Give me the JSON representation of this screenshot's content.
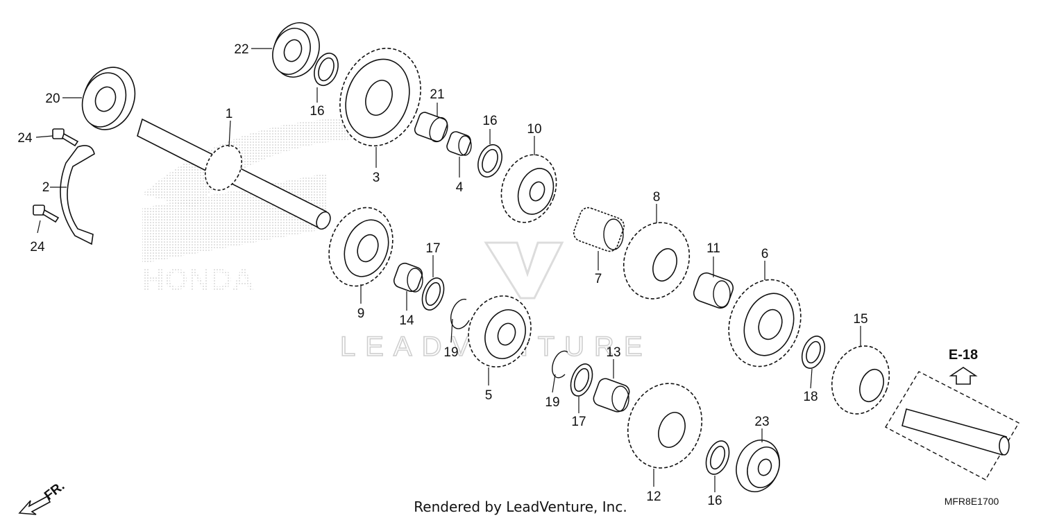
{
  "watermark": {
    "logo_text": "HONDA",
    "brand_text": "LEADVENTURE"
  },
  "parts": {
    "p1": "1",
    "p2": "2",
    "p3": "3",
    "p4": "4",
    "p5": "5",
    "p6": "6",
    "p7": "7",
    "p8": "8",
    "p9": "9",
    "p10": "10",
    "p11": "11",
    "p12": "12",
    "p13": "13",
    "p14": "14",
    "p15": "15",
    "p16a": "16",
    "p16b": "16",
    "p16c": "16",
    "p17a": "17",
    "p17b": "17",
    "p18": "18",
    "p19a": "19",
    "p19b": "19",
    "p20": "20",
    "p21": "21",
    "p22": "22",
    "p23": "23",
    "p24a": "24",
    "p24b": "24"
  },
  "reference": {
    "label": "E-18"
  },
  "direction": {
    "label": "FR."
  },
  "footer": {
    "credit": "Rendered by LeadVenture, Inc.",
    "diagram_code": "MFR8E1700"
  }
}
